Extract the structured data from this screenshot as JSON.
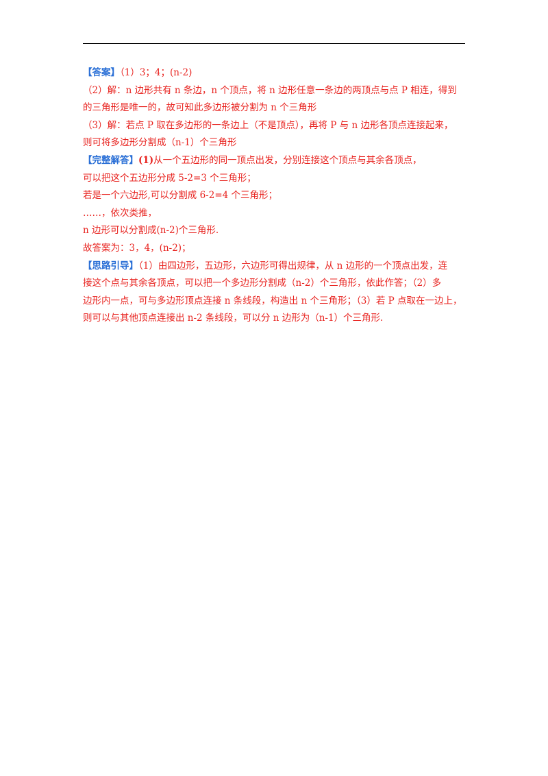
{
  "colors": {
    "text": "#e8231f",
    "label": "#2a6fd6",
    "rule": "#000000"
  },
  "answer": {
    "label": "【答案】",
    "part1": "（1）3；4；(n-2)",
    "part2_line1": "（2）解：n 边形共有 n 条边，n 个顶点，将 n 边形任意一条边的两顶点与点 P 相连，得到",
    "part2_line2": "的三角形是唯一的，故可知此多边形被分割为 n 个三角形",
    "part3_line1": "（3）解：若点 P 取在多边形的一条边上（不是顶点），再将 P 与 n 边形各顶点连接起来，",
    "part3_line2": "则可将多边形分割成（n-1）个三角形"
  },
  "full_solution": {
    "label": "【完整解答】",
    "line1_lead": "(1)",
    "line1_rest": "从一个五边形的同一顶点出发，分别连接这个顶点与其余各顶点，",
    "line2": "可以把这个五边形分成 5-2=3 个三角形；",
    "line3": "若是一个六边形,可以分割成 6-2=4 个三角形；",
    "line4": "……，依次类推，",
    "line5": "n 边形可以分割成(n-2)个三角形.",
    "line6": "故答案为：3，4，(n-2)；"
  },
  "hint": {
    "label": "【思路引导】",
    "line1": "（1）由四边形，五边形，六边形可得出规律，从 n 边形的一个顶点出发，连",
    "line2": "接这个点与其余各顶点，可以把一个多边形分割成（n-2）个三角形，依此作答；（2）多",
    "line3": "边形内一点，可与多边形顶点连接 n 条线段，构造出 n 个三角形；（3）若 P 点取在一边上，",
    "line4": "则可以与其他顶点连接出 n-2 条线段，可以分 n 边形为（n-1）个三角形."
  }
}
